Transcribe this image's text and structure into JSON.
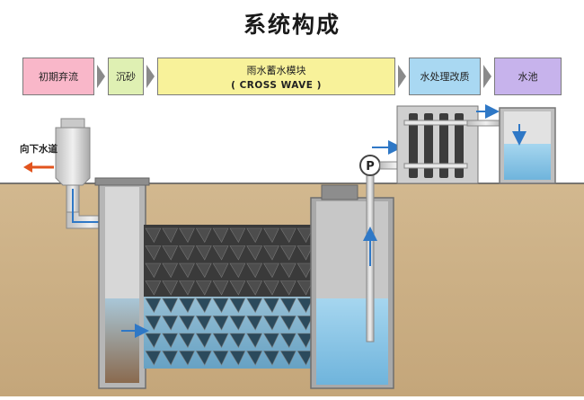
{
  "title": "系统构成",
  "flow_steps": [
    {
      "label": "初期弃流",
      "color": "#f9b7c9"
    },
    {
      "label": "沉砂",
      "color": "#dff0b3"
    },
    {
      "label": "雨水蓄水模块",
      "sublabel": "( CROSS WAVE )",
      "color": "#f8f29a"
    },
    {
      "label": "水处理改质",
      "color": "#a9d8f2"
    },
    {
      "label": "水池",
      "color": "#c7b3ec"
    }
  ],
  "outlet_label": "向下水道",
  "pump_label": "P",
  "colors": {
    "soil": "#c9ae84",
    "concrete": "#9a9a9a",
    "water": "#8ec8e8",
    "pipe": "#dcdcdc",
    "arrow_blue": "#2f78c6",
    "arrow_red": "#e2541e"
  }
}
